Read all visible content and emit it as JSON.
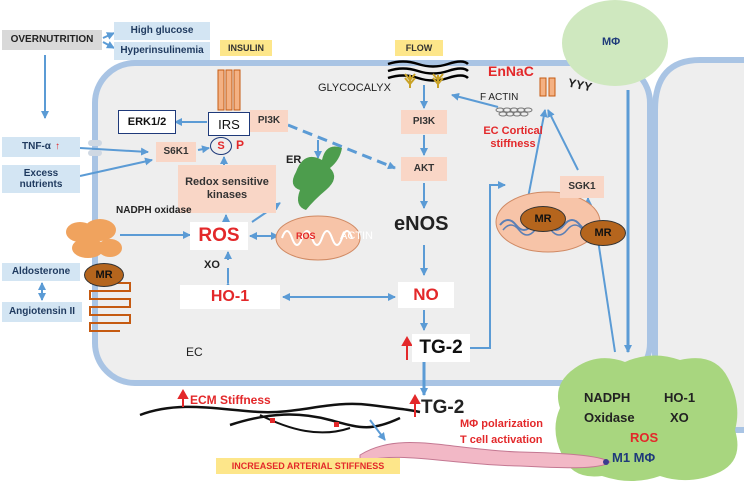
{
  "inputs": {
    "overnutrition": "OVERNUTRITION",
    "high_glucose": "High glucose",
    "hyperinsulinemia": "Hyperinsulinemia",
    "tnf": "TNF-α",
    "excess_nutrients": "Excess nutrients",
    "aldosterone": "Aldosterone",
    "angiotensin": "Angiotensin II",
    "insulin": "INSULIN",
    "flow": "FLOW"
  },
  "cell": {
    "erk": "ERK1/2",
    "irs": "IRS",
    "pi3k_left": "PI3K",
    "s6k1": "S6K1",
    "s_marker": "S",
    "p_marker": "P",
    "redox": "Redox sensitive kinases",
    "er": "ER",
    "nadph_oxidase": "NADPH oxidase",
    "ros": "ROS",
    "ros_mito": "ROS",
    "actin_mito": "ACTIN",
    "xo": "XO",
    "ho1": "HO-1",
    "mr_left": "MR",
    "ec": "EC",
    "glycocalyx": "GLYCOCALYX",
    "pi3k_center": "PI3K",
    "akt": "AKT",
    "enos": "eNOS",
    "no": "NO",
    "tg2_cell": "TG-2",
    "enac": "EnNaC",
    "f_actin": "F ACTIN",
    "yyy": "YYY",
    "ec_cortical": "EC Cortical stiffness",
    "sgk1": "SGK1",
    "mr_nucleus": "MR",
    "mr_right": "MR"
  },
  "outside": {
    "ecm": "ECM Stiffness",
    "tg2_out": "TG-2",
    "mphi_polarization": "MΦ polarization",
    "tcell": "T cell activation",
    "arterial": "INCREASED ARTERIAL STIFFNESS",
    "mphi_top": "MΦ"
  },
  "macrophage": {
    "nadph": "NADPH",
    "ho1": "HO-1",
    "oxidase": "Oxidase",
    "xo": "XO",
    "ros": "ROS",
    "m1": "M1 MΦ"
  },
  "colors": {
    "cell_border": "#a9c4e4",
    "cell_fill": "#eeeeee",
    "arrow_blue": "#5b9bd5",
    "label_blue": "#d3e5f3",
    "peach": "#f9d6c6",
    "red": "#e3282a",
    "macrophage_green": "#cfe8bf",
    "mr_brown": "#b5651d"
  }
}
